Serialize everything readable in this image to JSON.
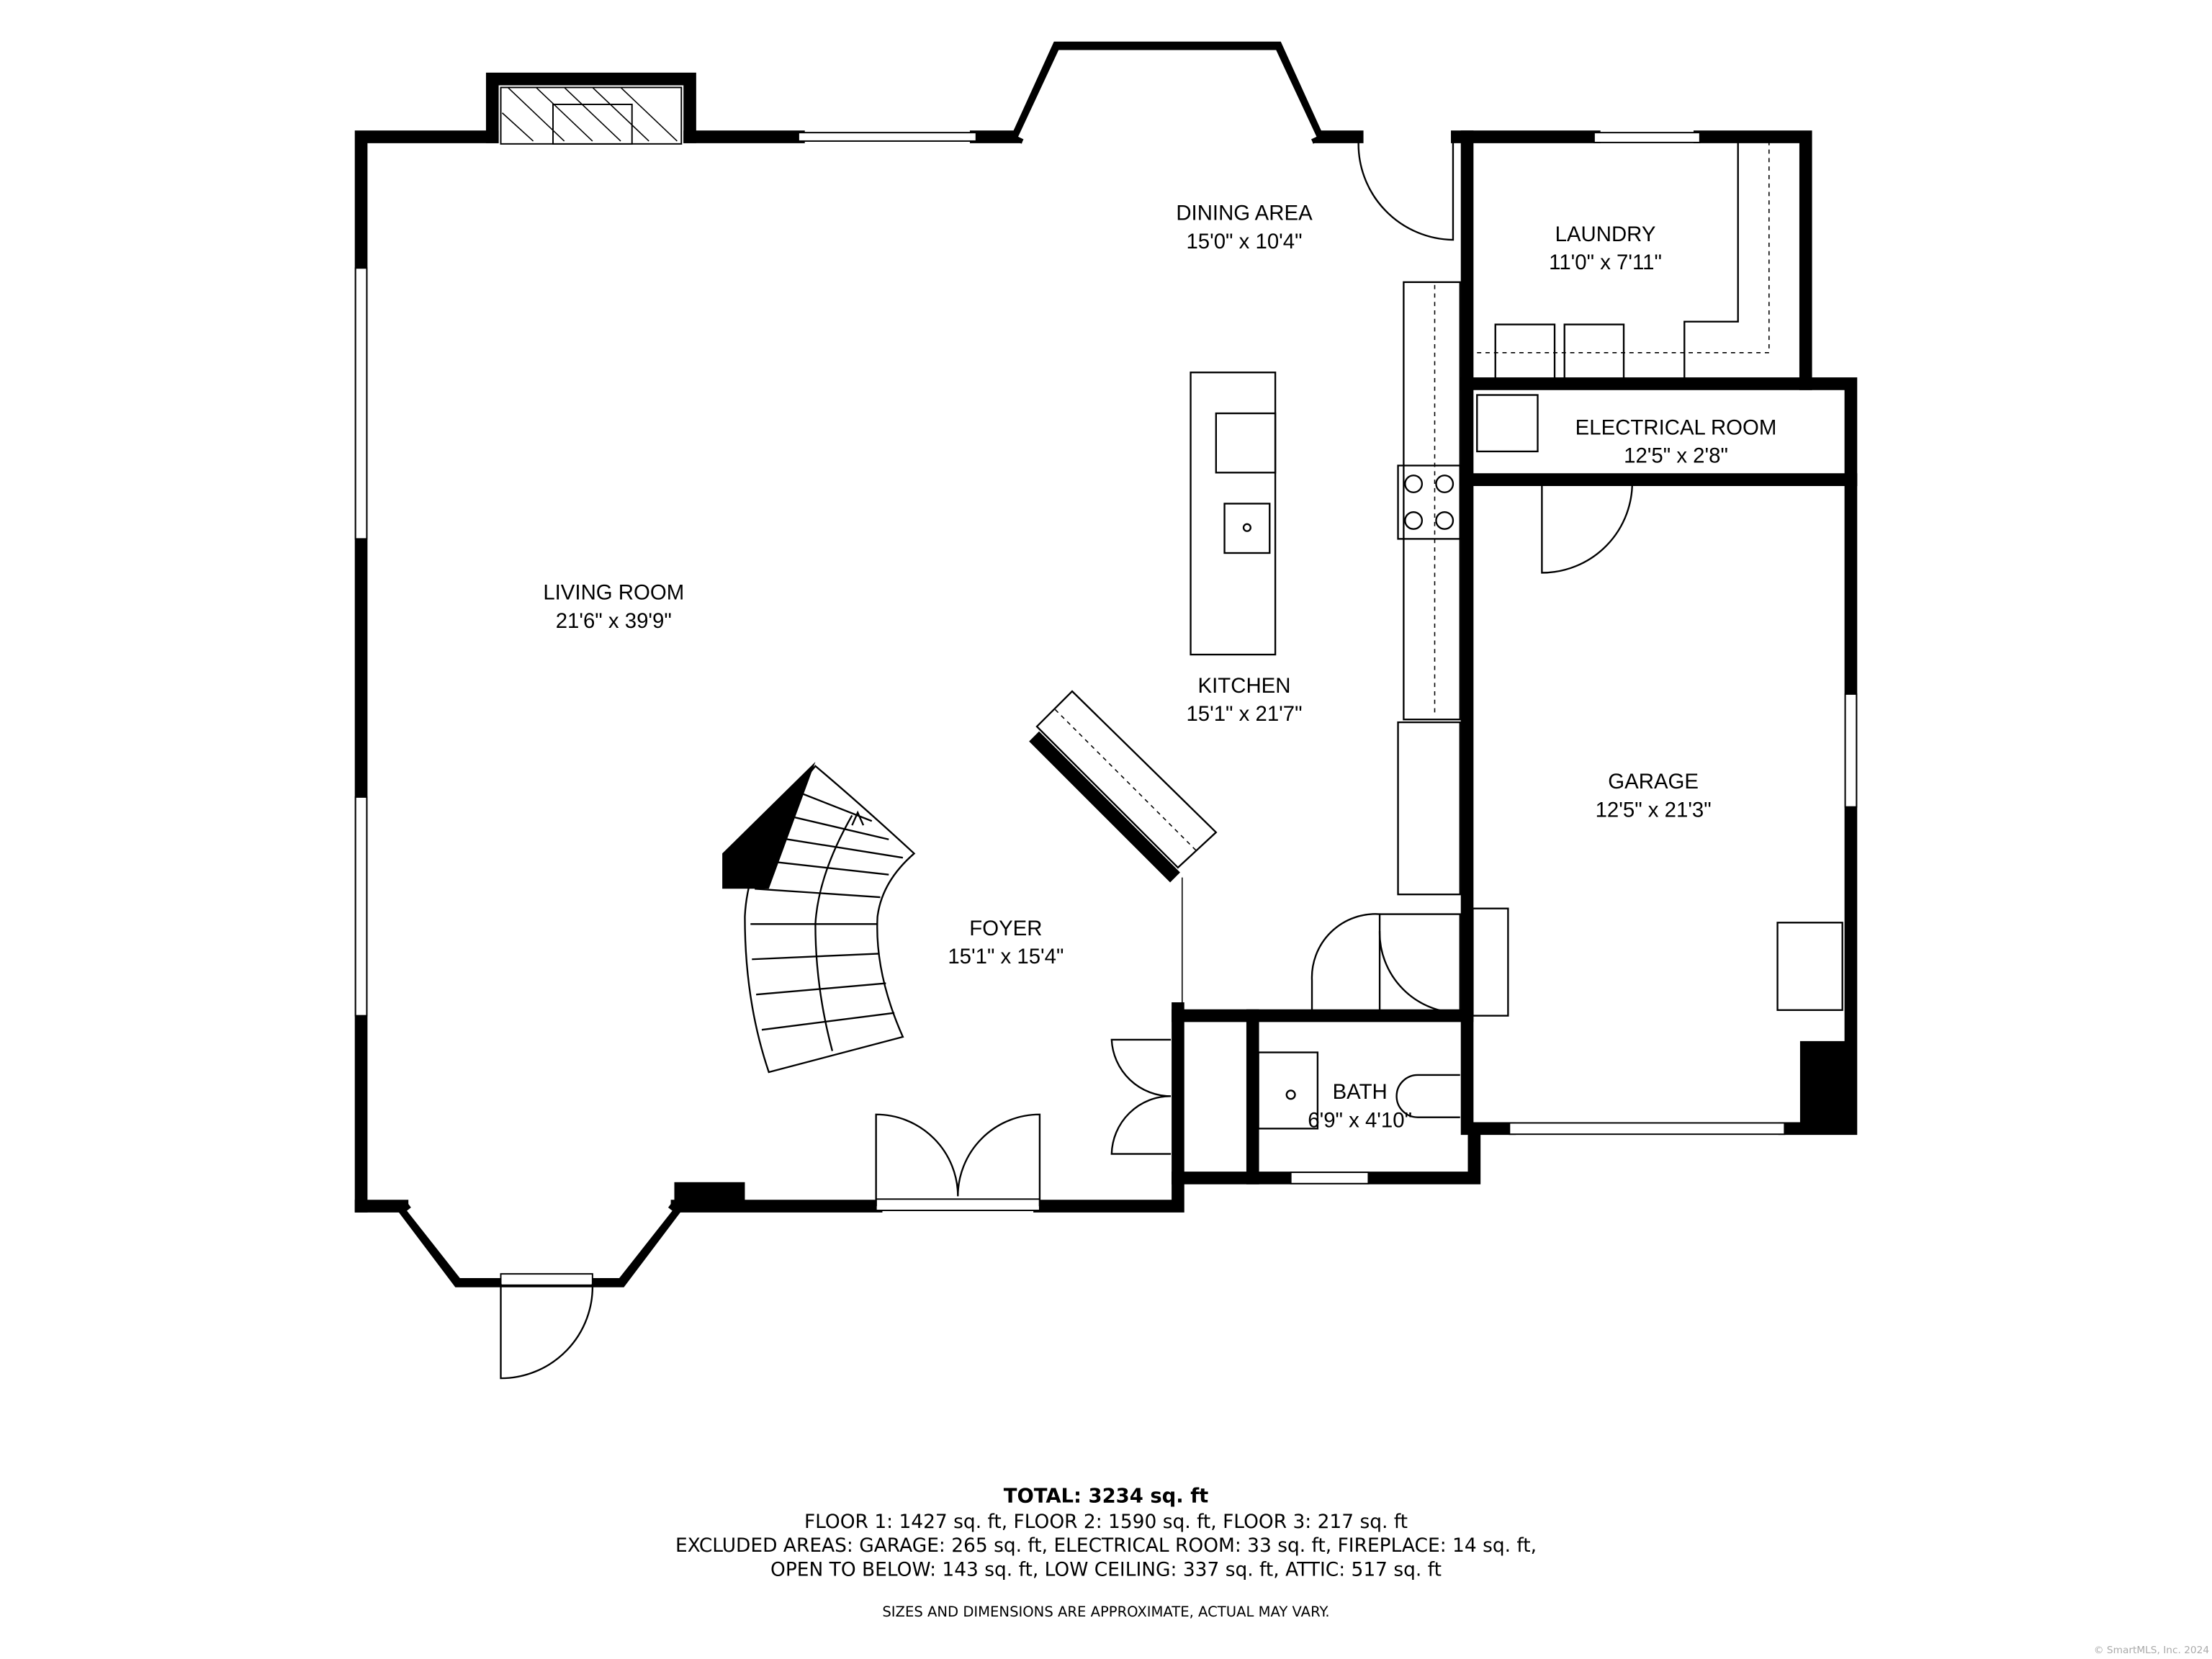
{
  "rooms": {
    "dining": {
      "name": "DINING AREA",
      "dims": "15'0\" x 10'4\""
    },
    "laundry": {
      "name": "LAUNDRY",
      "dims": "11'0\" x 7'11\""
    },
    "electrical": {
      "name": "ELECTRICAL ROOM",
      "dims": "12'5\" x 2'8\""
    },
    "living": {
      "name": "LIVING ROOM",
      "dims": "21'6\" x 39'9\""
    },
    "kitchen": {
      "name": "KITCHEN",
      "dims": "15'1\" x 21'7\""
    },
    "garage": {
      "name": "GARAGE",
      "dims": "12'5\" x 21'3\""
    },
    "foyer": {
      "name": "FOYER",
      "dims": "15'1\" x 15'4\""
    },
    "bath": {
      "name": "BATH",
      "dims": "6'9\" x 4'10\""
    }
  },
  "summary": {
    "total": "TOTAL: 3234 sq. ft",
    "floors": "FLOOR 1: 1427 sq. ft, FLOOR 2: 1590 sq. ft, FLOOR 3: 217 sq. ft",
    "excluded_1": "EXCLUDED AREAS: GARAGE: 265 sq. ft, ELECTRICAL ROOM: 33 sq. ft, FIREPLACE: 14 sq. ft,",
    "excluded_2": "OPEN TO BELOW: 143 sq. ft, LOW CEILING: 337 sq. ft, ATTIC: 517 sq. ft",
    "disclaimer": "SIZES AND DIMENSIONS ARE APPROXIMATE, ACTUAL MAY VARY."
  },
  "copyright": "© SmartMLS, Inc.  2024"
}
